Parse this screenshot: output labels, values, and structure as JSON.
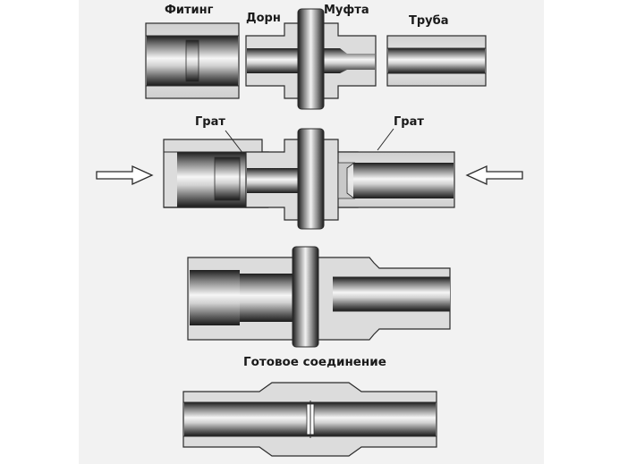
{
  "labels": {
    "fitting": "Фитинг",
    "mandrel": "Дорн",
    "sleeve": "Муфта",
    "tube": "Труба",
    "burr_left": "Грат",
    "burr_right": "Грат",
    "finished_joint": "Готовое соединение"
  },
  "colors": {
    "background": "#f2f2f2",
    "pale_part": "#dcdcdc",
    "outline": "#2b2b2b",
    "label": "#1a1a1a"
  },
  "icons": {
    "left_arrow": "arrow-right-outline-icon",
    "right_arrow": "arrow-left-outline-icon"
  }
}
